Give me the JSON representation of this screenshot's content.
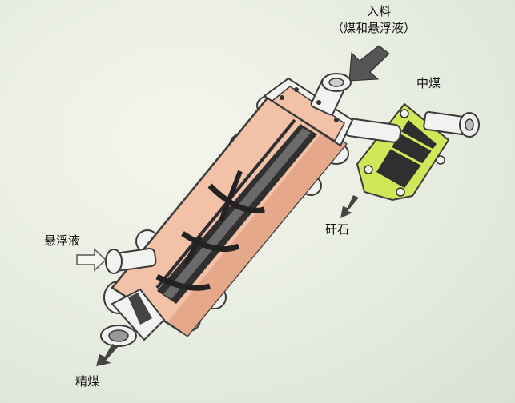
{
  "labels": {
    "feed_title": "入料",
    "feed_sub": "（煤和悬浮液）",
    "middling": "中煤",
    "reject": "矸石",
    "suspension": "悬浮液",
    "clean_coal": "精煤"
  },
  "colors": {
    "body": "#f3c1a8",
    "body_shade": "#e5a88b",
    "flange": "#f2f2f0",
    "outline": "#3a3a3a",
    "inner": "#2f2f2f",
    "inner_hi": "#6a6a6a",
    "separator": "#d2e65a",
    "arrow": "#555555"
  },
  "icons": {
    "feed_arrow": "arrow-down-left-icon",
    "suspension_arrow": "arrow-right-icon",
    "outlet_arrows": "arrow-down-icon"
  }
}
